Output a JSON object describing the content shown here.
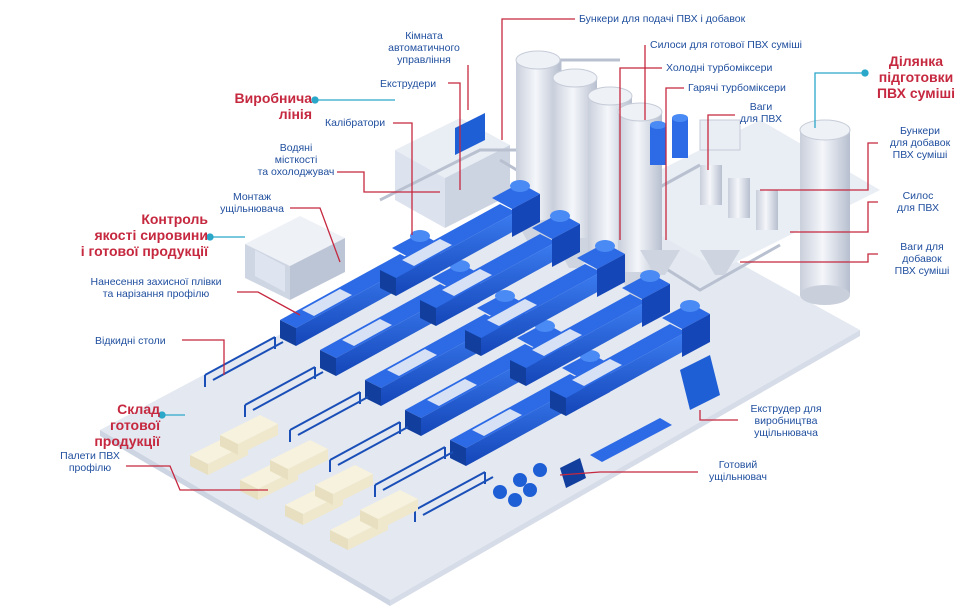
{
  "colors": {
    "line": "#c5283f",
    "pointer": "#2aa7c9",
    "label": "#1f4e9e",
    "section": "#c5283f",
    "machine": "#1f5fd6",
    "machine_dark": "#123f9e",
    "floor": "#e3e8f1",
    "silo": "#dfe3ec"
  },
  "sections": {
    "production_line": [
      "Виробнича",
      "лінія"
    ],
    "quality_control": [
      "Контроль",
      "якості сировини",
      "і готової продукції"
    ],
    "warehouse": [
      "Склад",
      "готової",
      "продукції"
    ],
    "pvc_prep": [
      "Ділянка",
      "підготовки",
      "ПВХ суміші"
    ]
  },
  "labels": {
    "hoppers_pvc_additives": [
      "Бункери для подачі ПВХ і добавок"
    ],
    "control_room": [
      "Кімната",
      "автоматичного",
      "управління"
    ],
    "silos_ready_mix": [
      "Силоси для готової ПВХ суміші"
    ],
    "cold_turbomixers": [
      "Холодні турбоміксери"
    ],
    "hot_turbomixers": [
      "Гарячі турбоміксери"
    ],
    "scales_pvc": [
      "Ваги",
      "для ПВХ"
    ],
    "extruders": [
      "Екструдери"
    ],
    "calibrators": [
      "Калібратори"
    ],
    "water_tanks": [
      "Водяні",
      "місткості",
      "та охолоджувач"
    ],
    "seal_mount": [
      "Монтаж",
      "ущільнювача"
    ],
    "film_cutting": [
      "Нанесення захисної плівки",
      "та нарізання профілю"
    ],
    "tilt_tables": [
      "Відкидні столи"
    ],
    "pallets": [
      "Палети ПВХ",
      "профілю"
    ],
    "hoppers_additives": [
      "Бункери",
      "для добавок",
      "ПВХ суміші"
    ],
    "silo_pvc": [
      "Силос",
      "для ПВХ"
    ],
    "scales_additives": [
      "Ваги для",
      "добавок",
      "ПВХ суміші"
    ],
    "seal_extruder": [
      "Екструдер для",
      "виробництва",
      "ущільнювача"
    ],
    "finished_seal": [
      "Готовий",
      "ущільнювач"
    ]
  }
}
